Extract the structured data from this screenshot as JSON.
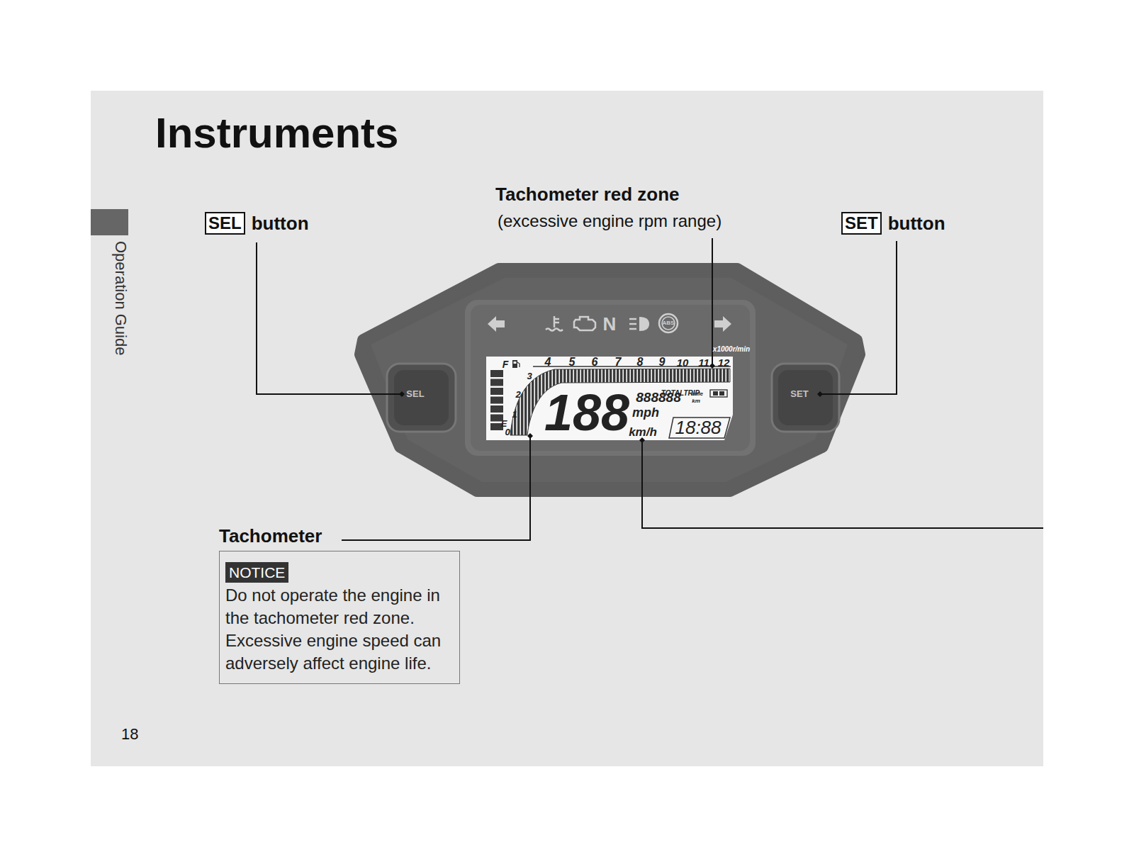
{
  "diagram": {
    "title": "Instruments",
    "nodes": [
      {
        "text": [
          "SEL",
          "button"
        ]
      },
      {
        "text": [
          "SET",
          "button"
        ]
      },
      {
        "text": [
          "NOTICE",
          "Do not operate the engine in the tachometer red zone. Excessive engine speed can adversely affect engine life."
        ]
      }
    ],
    "labels": [
      "Tachometer red zone",
      "(excessive engine rpm range)",
      "Tachometer",
      "Operation Guide",
      "18",
      "F",
      "E",
      "0",
      "1",
      "2",
      "3",
      "4",
      "5",
      "6",
      "7",
      "8",
      "9",
      "10",
      "11",
      "12",
      "x1000r/min",
      "TOTALTRIP",
      "188",
      "888888",
      "mile",
      "km",
      "mph",
      "km/h",
      "18:88",
      "SEL",
      "SET",
      "N",
      "ABS"
    ]
  }
}
